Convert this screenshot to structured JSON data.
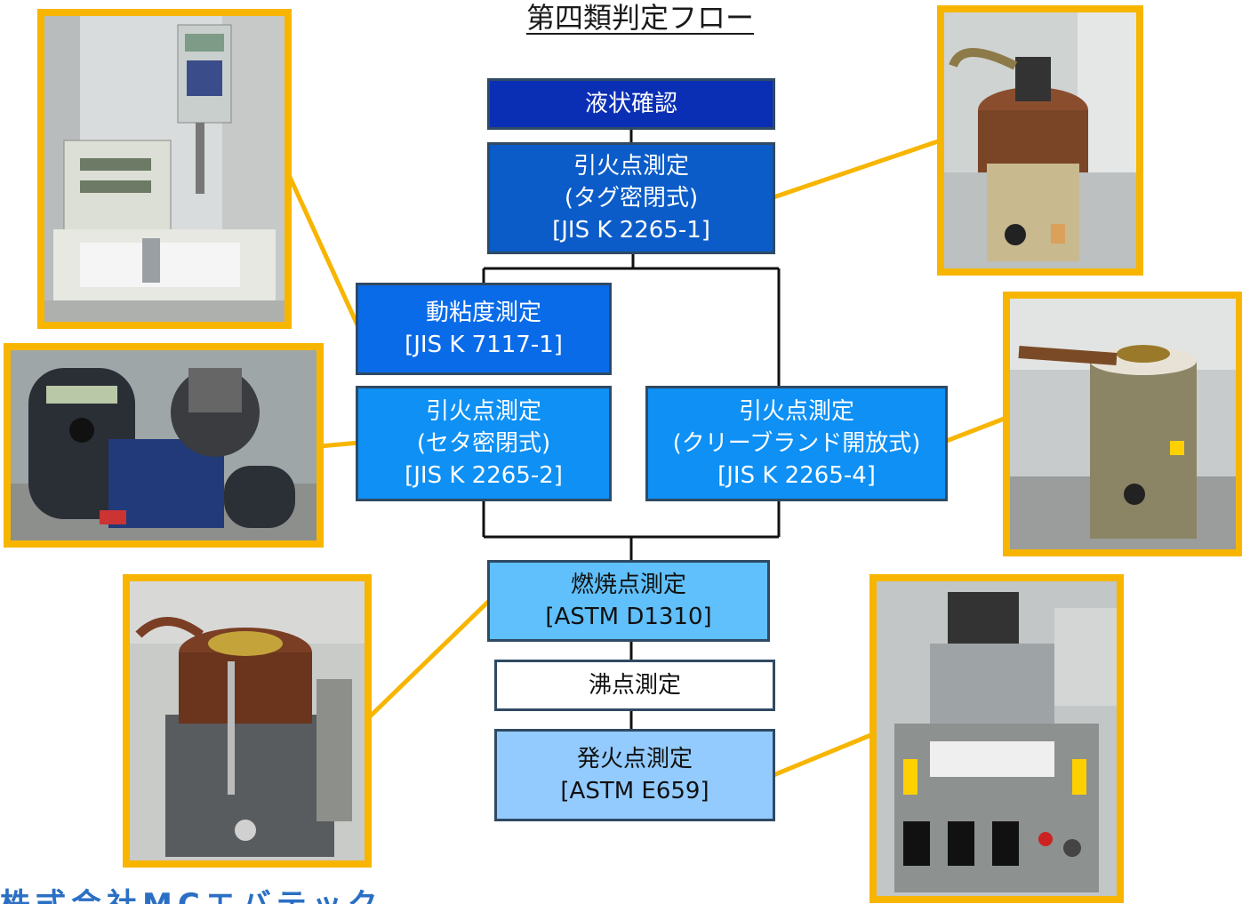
{
  "title": "第四類判定フロー",
  "boxes": {
    "liquid": {
      "l1": "液状確認"
    },
    "tag": {
      "l1": "引火点測定",
      "l2": "(タグ密閉式)",
      "l3": "[JIS K 2265-1]"
    },
    "viscosity": {
      "l1": "動粘度測定",
      "l2": "[JIS K 7117-1]"
    },
    "seta": {
      "l1": "引火点測定",
      "l2": "(セタ密閉式)",
      "l3": "[JIS K 2265-2]"
    },
    "cleveland": {
      "l1": "引火点測定",
      "l2": "(クリーブランド開放式)",
      "l3": "[JIS K 2265-4]"
    },
    "fire": {
      "l1": "燃焼点測定",
      "l2": "[ASTM D1310]"
    },
    "boiling": {
      "l1": "沸点測定"
    },
    "ignition": {
      "l1": "発火点測定",
      "l2": "[ASTM E659]"
    }
  },
  "footer": {
    "text": "株式会社MCエバテック"
  },
  "colors": {
    "liquid": "#0a2fb5",
    "tag": "#0b5cc8",
    "viscosity": "#0a6be8",
    "seta": "#0e90f5",
    "cleveland": "#0e90f5",
    "fire": "#5fc0fb",
    "boiling": "#ffffff",
    "ignition": "#93cbff",
    "frame": "#f7b500",
    "connector": "#f7b500",
    "flowline": "#111111"
  },
  "photos": [
    {
      "name": "viscometer-photo"
    },
    {
      "name": "tag-tester-photo"
    },
    {
      "name": "seta-tester-photo"
    },
    {
      "name": "cleveland-tester-photo"
    },
    {
      "name": "fire-point-tester-photo"
    },
    {
      "name": "ignition-tester-photo"
    }
  ]
}
